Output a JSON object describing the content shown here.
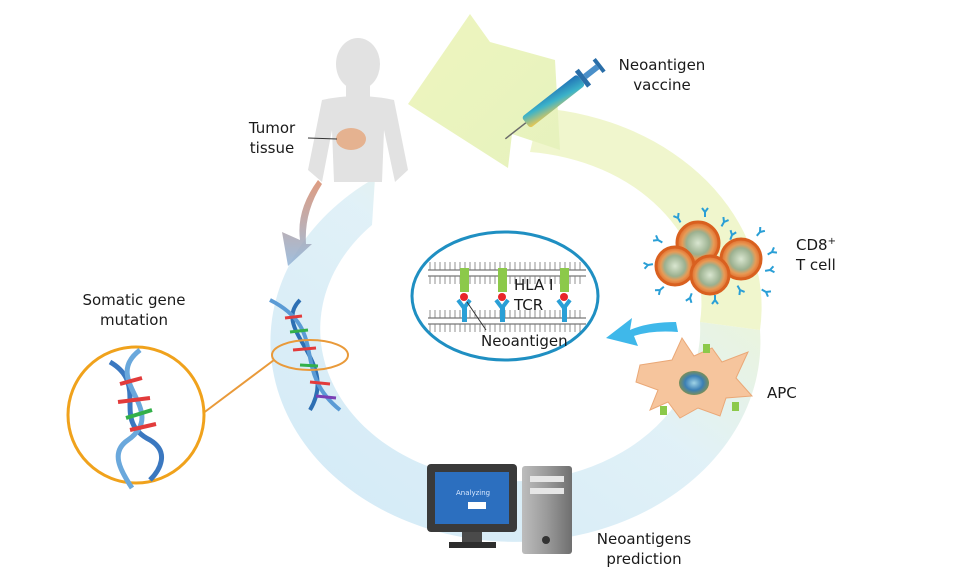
{
  "labels": {
    "neoantigen_vaccine": [
      "Neoantigen",
      "vaccine"
    ],
    "tumor_tissue": [
      "Tumor",
      "tissue"
    ],
    "somatic_gene_mutation": [
      "Somatic gene",
      "mutation"
    ],
    "cd8_t_cell": {
      "main": "CD8",
      "sup": "+",
      "line2": "T cell"
    },
    "apc": "APC",
    "neoantigens_prediction": [
      "Neoantigens",
      "prediction"
    ],
    "hla_i": "HLA I",
    "tcr": "TCR",
    "neoantigen": "Neoantigen"
  },
  "computer": {
    "screen_text": "Analyzing",
    "progress_fraction": 0.4
  },
  "colors": {
    "cycle_blue": "#cde7f5",
    "cycle_yellow": "#eef4c2",
    "ellipse_border": "#1f8fc2",
    "mutation_circle_border": "#f0a21c",
    "tcr_blue": "#2a9fd6",
    "hla_green": "#8cc94a",
    "neoantigen_red": "#e8262a",
    "t_cell_orange": "#e8732a",
    "apc_body": "#f7c8a0",
    "screen_blue": "#2c6fbf"
  }
}
